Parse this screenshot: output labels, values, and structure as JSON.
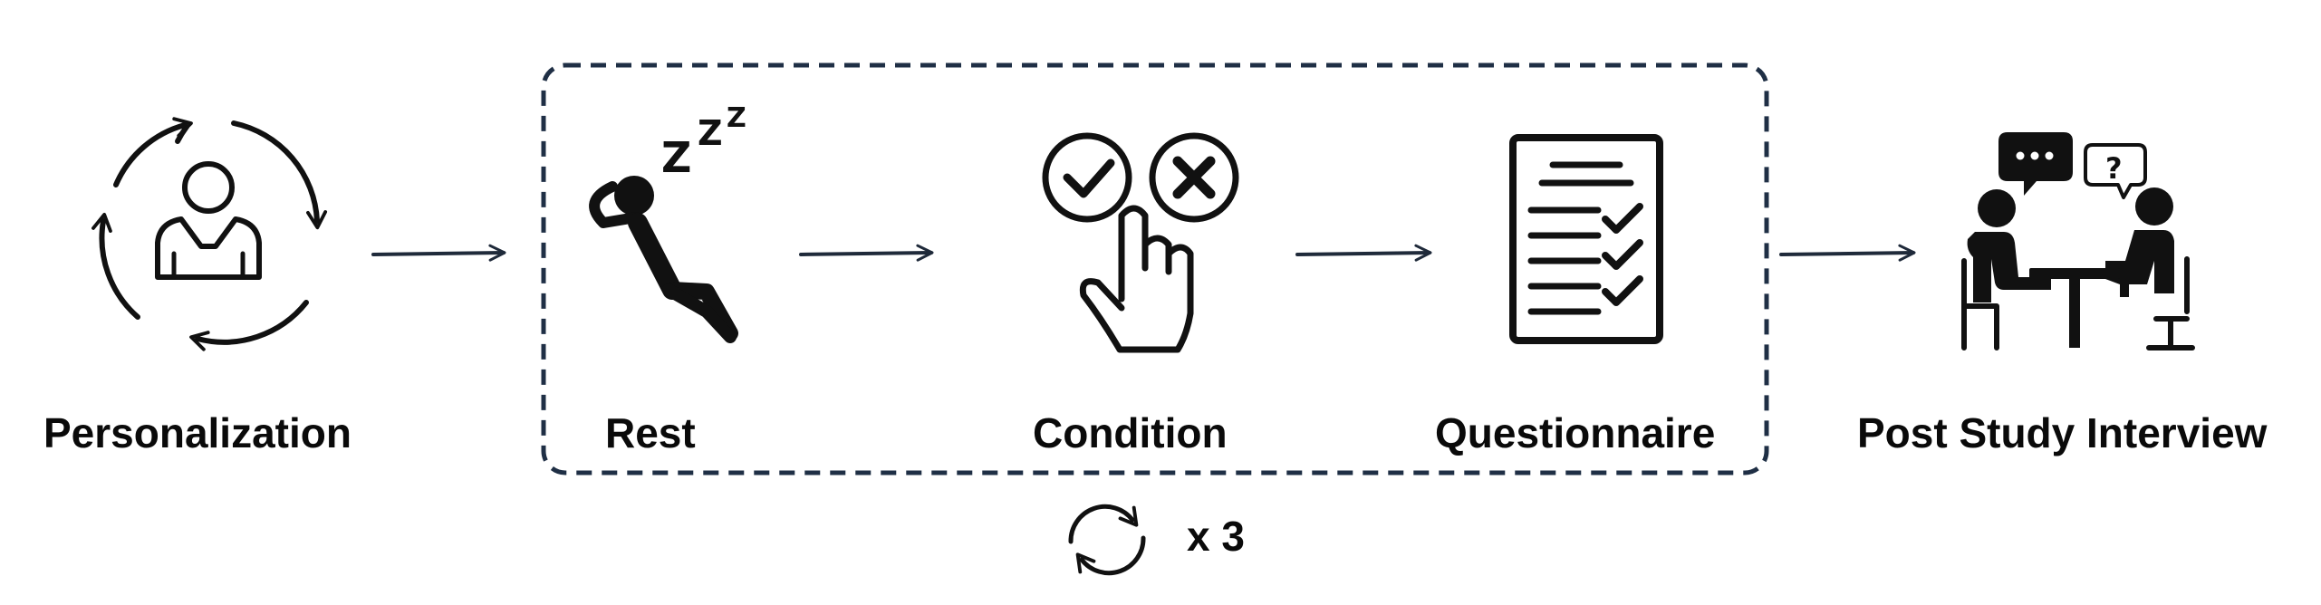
{
  "stages": [
    {
      "label": "Personalization",
      "icon": "personalization-cycle-icon"
    },
    {
      "label": "Rest",
      "icon": "resting-person-icon"
    },
    {
      "label": "Condition",
      "icon": "condition-choice-icon"
    },
    {
      "label": "Questionnaire",
      "icon": "questionnaire-checklist-icon"
    },
    {
      "label": "Post Study Interview",
      "icon": "interview-icon"
    }
  ],
  "repeat": {
    "label": "x 3",
    "icon": "repeat-cycle-icon"
  },
  "colors": {
    "arrow": "#1f2a3a",
    "box_border": "#1f2f45",
    "icon": "#111111",
    "text": "#0a0a0a"
  }
}
